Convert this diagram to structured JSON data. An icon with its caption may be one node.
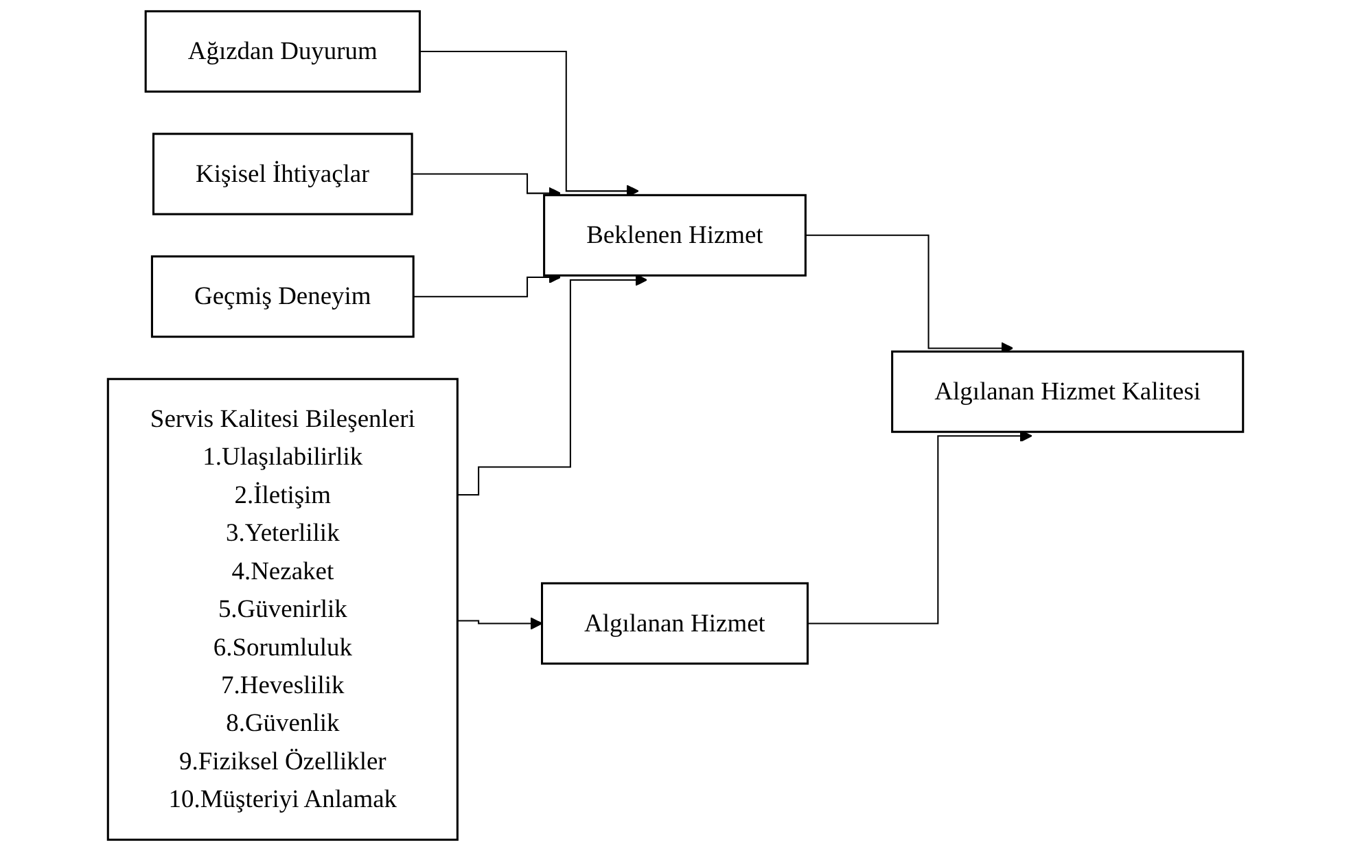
{
  "diagram": {
    "nodes": [
      {
        "text": [
          "Servis Kalitesi Bileşenleri",
          "1.Ulaşılabilirlik",
          "2.İletişim",
          "3.Yeterlilik",
          "4.Nezaket",
          "5.Güvenirlik",
          "6.Sorumluluk",
          "7.Heveslilik",
          "8.Güvenlik",
          "9.Fiziksel Özellikler",
          "10.Müşteriyi Anlamak"
        ]
      },
      {
        "text": [
          "Ağızdan Duyurum"
        ]
      },
      {
        "text": [
          "Kişisel İhtiyaçlar"
        ]
      },
      {
        "text": [
          "Geçmiş Deneyim"
        ]
      },
      {
        "text": [
          "Beklenen Hizmet"
        ]
      },
      {
        "text": [
          "Algılanan Hizmet"
        ]
      },
      {
        "text": [
          "Algılanan Hizmet Kalitesi"
        ]
      }
    ],
    "edges": [
      {
        "from": 1,
        "to": 4,
        "arrow": "to"
      },
      {
        "from": 2,
        "to": 4,
        "arrow": "to"
      },
      {
        "from": 3,
        "to": 4,
        "arrow": "to"
      },
      {
        "from": 0,
        "to": 4,
        "arrow": "to"
      },
      {
        "from": 0,
        "to": 5,
        "arrow": "to"
      },
      {
        "from": 4,
        "to": 6,
        "arrow": "to"
      },
      {
        "from": 5,
        "to": 6,
        "arrow": "to"
      }
    ]
  }
}
